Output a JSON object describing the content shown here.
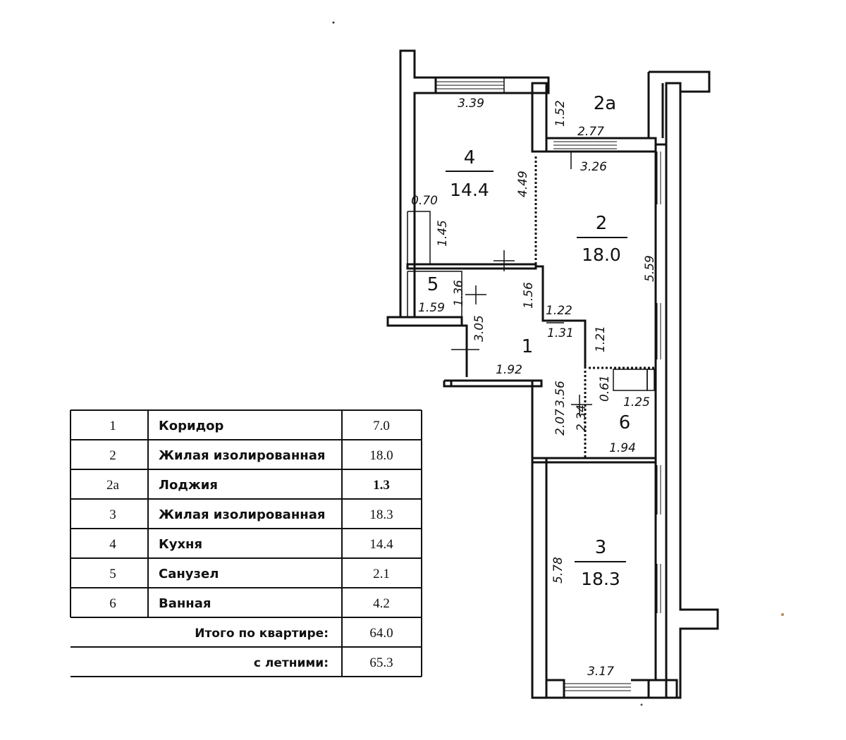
{
  "rooms": [
    {
      "id": "2a",
      "label": "2а",
      "area": ""
    },
    {
      "id": "4",
      "label": "4",
      "area": "14.4"
    },
    {
      "id": "2",
      "label": "2",
      "area": "18.0"
    },
    {
      "id": "5",
      "label": "5",
      "area": ""
    },
    {
      "id": "1",
      "label": "1",
      "area": ""
    },
    {
      "id": "6",
      "label": "6",
      "area": ""
    },
    {
      "id": "3",
      "label": "3",
      "area": "18.3"
    }
  ],
  "dimensions": {
    "d_339": "3.39",
    "d_152": "1.52",
    "d_277": "2.77",
    "d_326": "3.26",
    "d_449": "4.49",
    "d_070": "0.70",
    "d_145": "1.45",
    "d_559": "5.59",
    "d_136": "1.36",
    "d_159": "1.59",
    "d_305": "3.05",
    "d_156": "1.56",
    "d_122": "1.22",
    "d_131": "1.31",
    "d_121": "1.21",
    "d_192": "1.92",
    "d_356": "3.56",
    "d_061": "0.61",
    "d_125": "1.25",
    "d_207": "2.07",
    "d_234": "2.34",
    "d_194": "1.94",
    "d_578": "5.78",
    "d_317": "3.17"
  },
  "table": {
    "rows": [
      {
        "num": "1",
        "name": "Коридор",
        "area": "7.0"
      },
      {
        "num": "2",
        "name": "Жилая изолированная",
        "area": "18.0"
      },
      {
        "num": "2а",
        "name": "Лоджия",
        "area": "1.3"
      },
      {
        "num": "3",
        "name": "Жилая изолированная",
        "area": "18.3"
      },
      {
        "num": "4",
        "name": "Кухня",
        "area": "14.4"
      },
      {
        "num": "5",
        "name": "Санузел",
        "area": "2.1"
      },
      {
        "num": "6",
        "name": "Ванная",
        "area": "4.2"
      }
    ],
    "total_label": "Итого по квартире:",
    "total_value": "64.0",
    "summer_label": "с летними:",
    "summer_value": "65.3"
  }
}
